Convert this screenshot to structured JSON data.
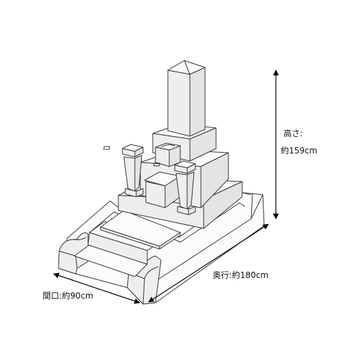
{
  "dimensions": {
    "height": {
      "title": "高さ:",
      "value": "約159cm"
    },
    "depth": {
      "label": "奥行:約180cm"
    },
    "frontage": {
      "label": "間口:約90cm"
    }
  },
  "colors": {
    "stone_light": "#fbfbfb",
    "stone_mid": "#eeeeee",
    "stone_dark": "#e4e4e4",
    "outline": "#333333",
    "arrow": "#000000"
  }
}
